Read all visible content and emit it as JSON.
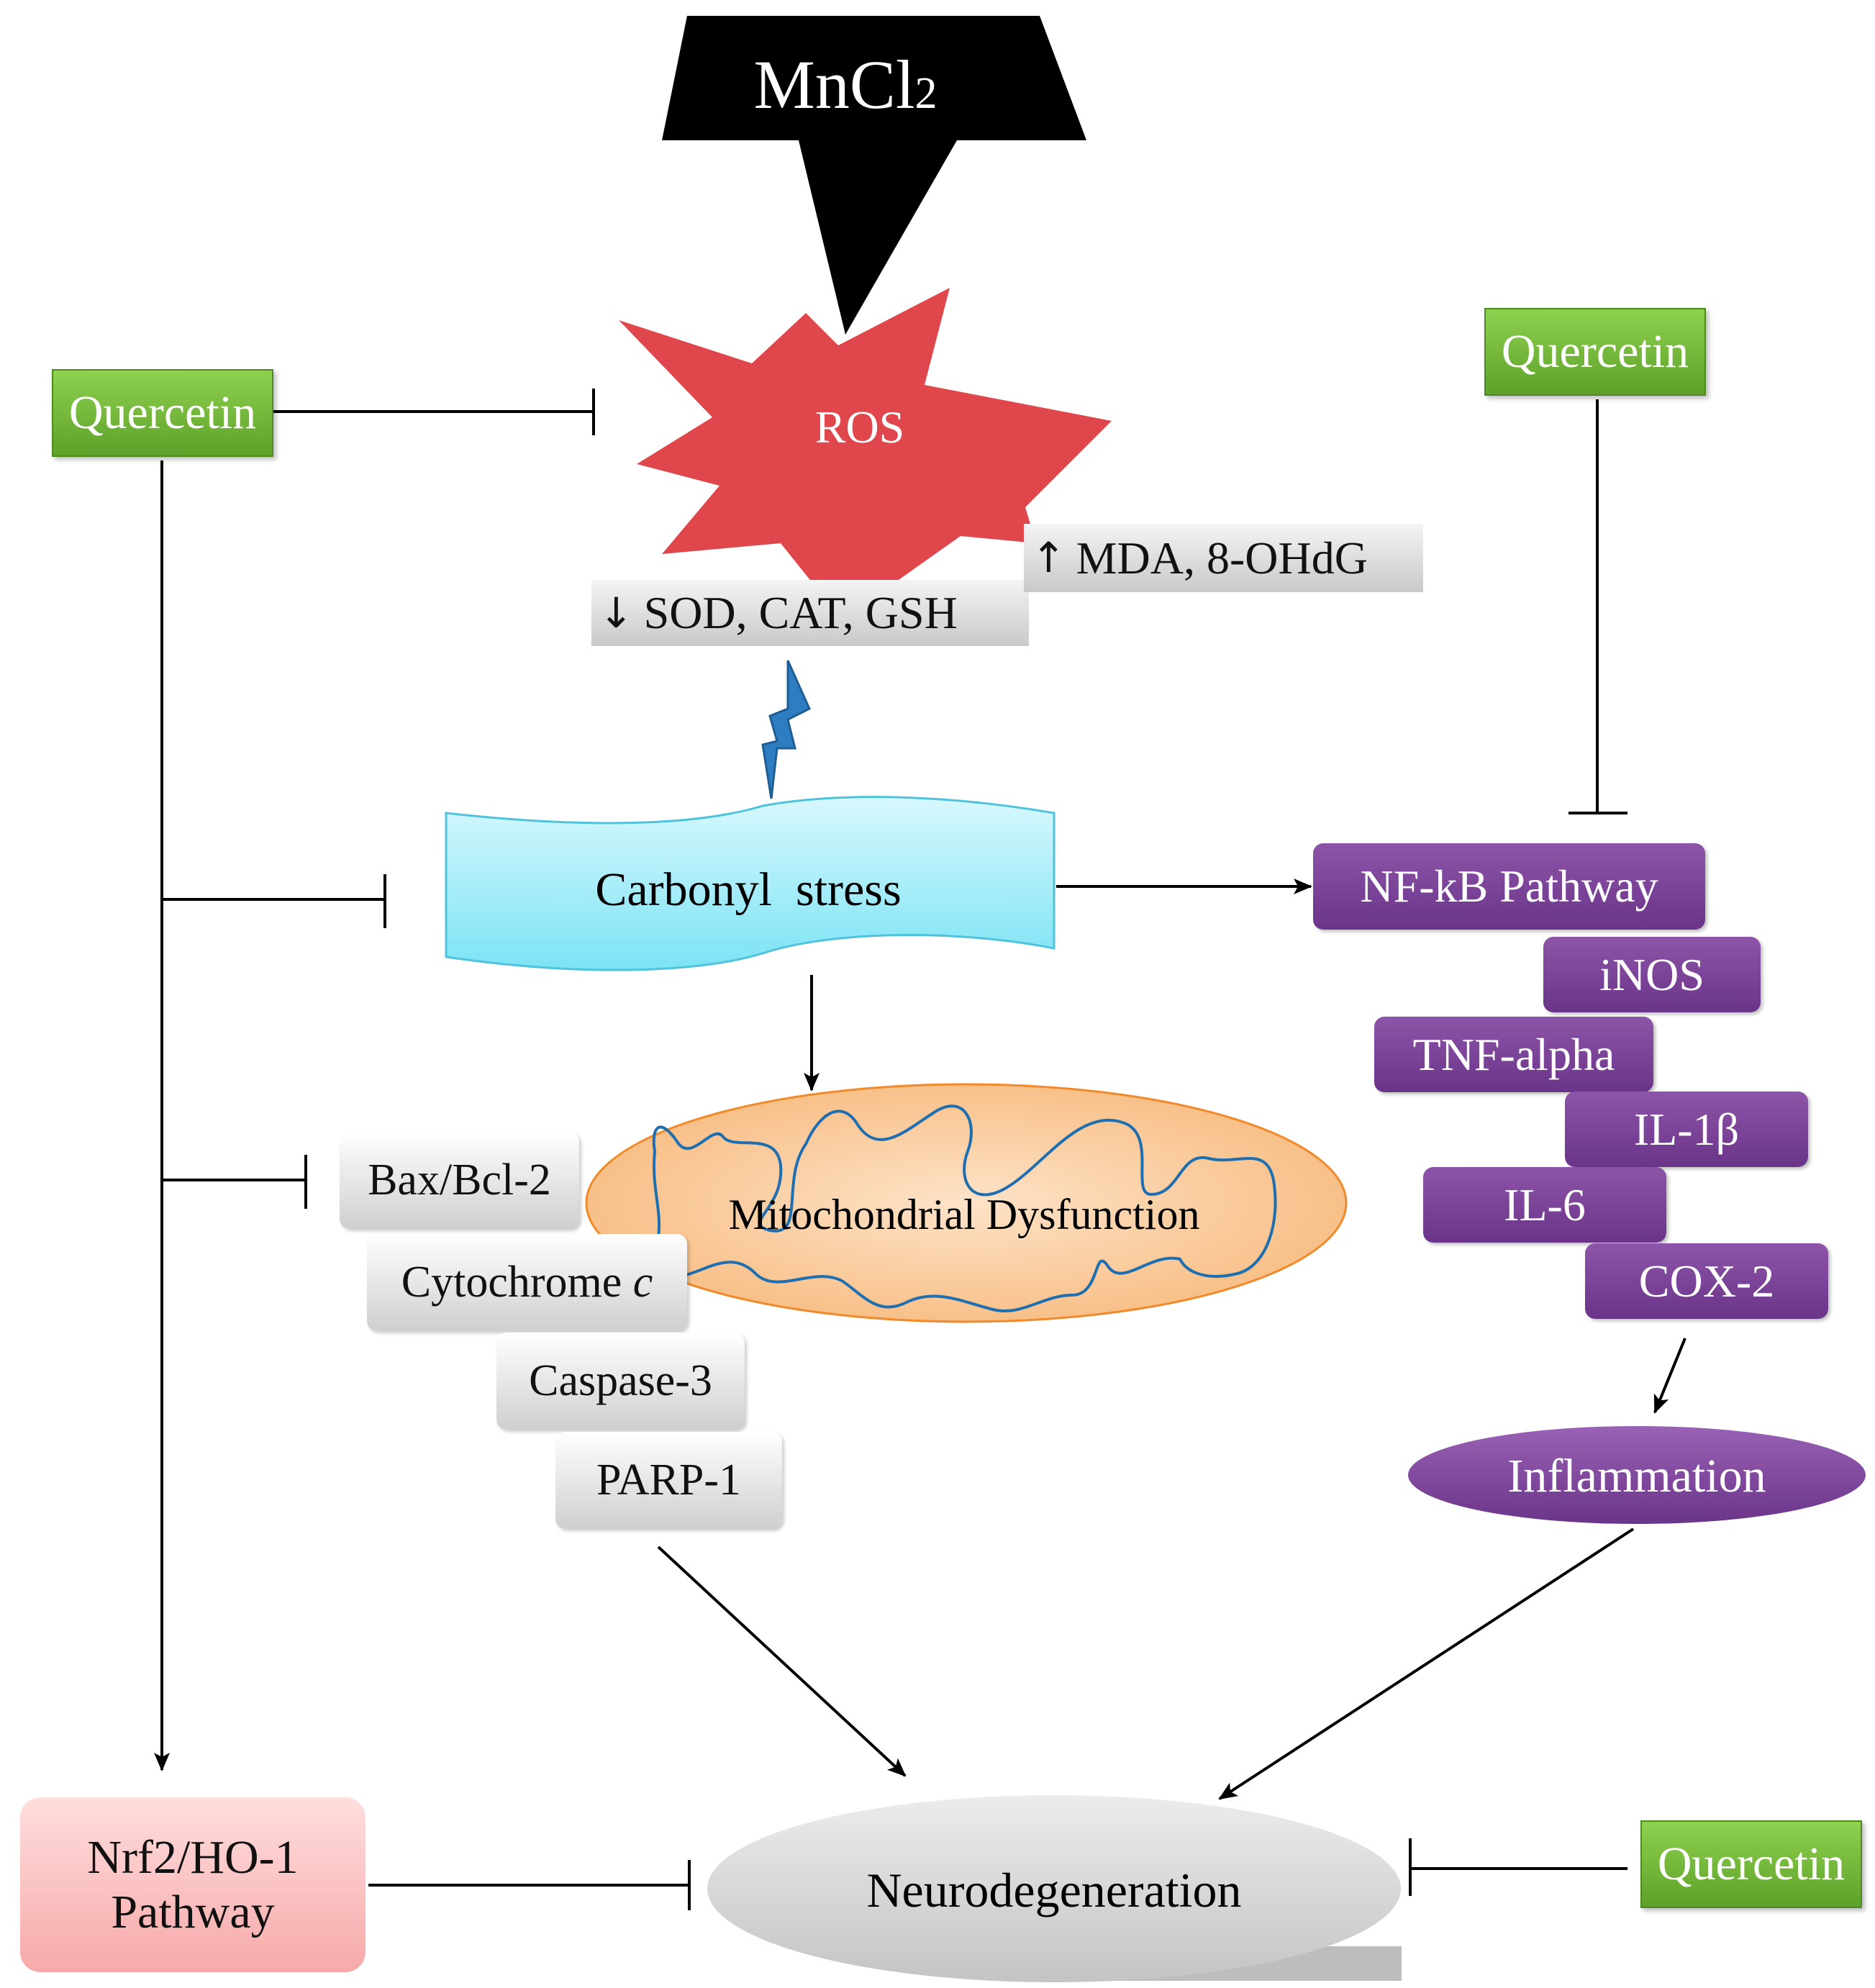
{
  "mncl2": {
    "main": "MnCl",
    "sub": "2"
  },
  "ros": "ROS",
  "quercetin_label": "Quercetin",
  "markers": {
    "down_symbol": "↓",
    "down_text": "SOD, CAT, GSH",
    "up_symbol": "↑",
    "up_text": "MDA, 8-OHdG"
  },
  "carbonyl": "Carbonyl  stress",
  "mitochondria": "Mitochondrial Dysfunction",
  "apoptosis": {
    "bax": "Bax/Bcl-2",
    "cytochrome": "Cytochrome ",
    "cytochrome_c": "c",
    "caspase": "Caspase-3",
    "parp": "PARP-1"
  },
  "inflammatory": {
    "nfkb": "NF-kB Pathway",
    "inos": "iNOS",
    "tnf": "TNF-alpha",
    "il1b": "IL-1β",
    "il6": "IL-6",
    "cox2": "COX-2",
    "inflammation": "Inflammation"
  },
  "nrf2": {
    "line1": "Nrf2/HO-1",
    "line2": "Pathway"
  },
  "neurodegeneration": "Neurodegeneration",
  "colors": {
    "quercetin_green": "#6ab232",
    "ros_red": "#e0474c",
    "carbonyl_cyan": "#9feaf7",
    "mito_orange": "#f9c89a",
    "purple": "#7b4098",
    "grey_box": "#d9d9d9",
    "nrf2_pink": "#fbb4b4",
    "lightning_blue": "#2e7dc0"
  }
}
